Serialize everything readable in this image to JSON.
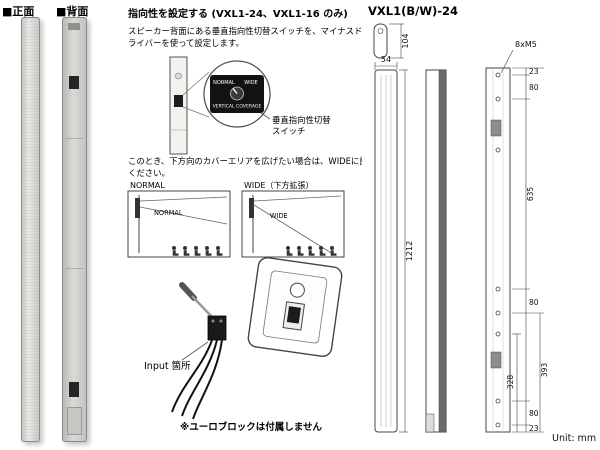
{
  "photos": {
    "front_label": "■正面",
    "back_label": "■背面"
  },
  "setup": {
    "title": "指向性を設定する (VXL1-24、VXL1-16 のみ)",
    "body_line1": "スピーカー背面にある垂直指向性切替スイッチを、マイナスド",
    "body_line2": "ライバーを使って設定します。",
    "switch": {
      "normal": "NORMAL",
      "wide": "WIDE",
      "caption": "VERTICAL COVERAGE",
      "callout_line1": "垂直指向性切替",
      "callout_line2": "スイッチ"
    },
    "tip_line1": "このとき、下方向のカバーエリアを広げたい場合は、WIDEに設定して",
    "tip_line2": "ください。",
    "coverage": {
      "normal_title": "NORMAL",
      "wide_title": "WIDE（下方拡張）",
      "normal_label": "NORMAL",
      "wide_label": "WIDE"
    },
    "input_label": "Input 箇所",
    "euro_note": "※ユーロブロックは付属しません"
  },
  "drawing": {
    "model": "VXL1(B/W)-24",
    "unit": "Unit: mm",
    "dims": {
      "depth": "104",
      "width": "54",
      "height": "1212",
      "screws": "8xM5",
      "top_offset": "23",
      "pitch_a": "80",
      "span_mid": "635",
      "pitch_b": "80",
      "span_low": "393",
      "span_inner": "328",
      "pitch_c": "80",
      "bottom_offset": "23"
    }
  }
}
